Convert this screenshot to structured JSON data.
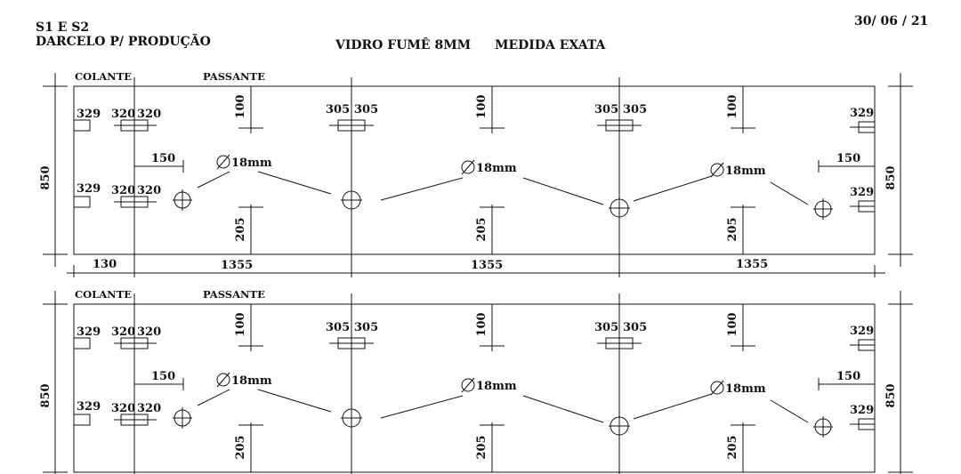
{
  "header": {
    "project_line1": "S1 E S2",
    "project_line2": "DARCELO P/ PRODUÇÃO",
    "glass": "VIDRO FUMÊ 8MM",
    "note": "MEDIDA EXATA",
    "date": "30/ 06 / 21"
  },
  "panel_top": {
    "label_colante": "COLANTE",
    "label_passante": "PASSANTE",
    "height": "850",
    "d329_tl": "329",
    "d320a_t": "320",
    "d320b_t": "320",
    "d150_l": "150",
    "d329_bl": "329",
    "d320a_b": "320",
    "d320b_b": "320",
    "d305a_1": "305",
    "d305b_1": "305",
    "d305a_2": "305",
    "d305b_2": "305",
    "d100_1": "100",
    "d100_2": "100",
    "d100_3": "100",
    "d205_1": "205",
    "d205_2": "205",
    "d205_3": "205",
    "hole_1": "18mm",
    "hole_2": "18mm",
    "hole_3": "18mm",
    "d329_tr": "329",
    "d150_r": "150",
    "d329_br": "329"
  },
  "bottom_dims": {
    "d130": "130",
    "d1355_1": "1355",
    "d1355_2": "1355",
    "d1355_3": "1355"
  },
  "panel_bottom": {
    "label_colante": "COLANTE",
    "label_passante": "PASSANTE",
    "height": "850",
    "d329_tl": "329",
    "d320a_t": "320",
    "d320b_t": "320",
    "d150_l": "150",
    "d329_bl": "329",
    "d320a_b": "320",
    "d320b_b": "320",
    "d305a_1": "305",
    "d305b_1": "305",
    "d305a_2": "305",
    "d305b_2": "305",
    "d100_1": "100",
    "d100_2": "100",
    "d100_3": "100",
    "d205_1": "205",
    "d205_2": "205",
    "d205_3": "205",
    "hole_1": "18mm",
    "hole_2": "18mm",
    "hole_3": "18mm",
    "d329_tr": "329",
    "d150_r": "150",
    "d329_br": "329"
  }
}
